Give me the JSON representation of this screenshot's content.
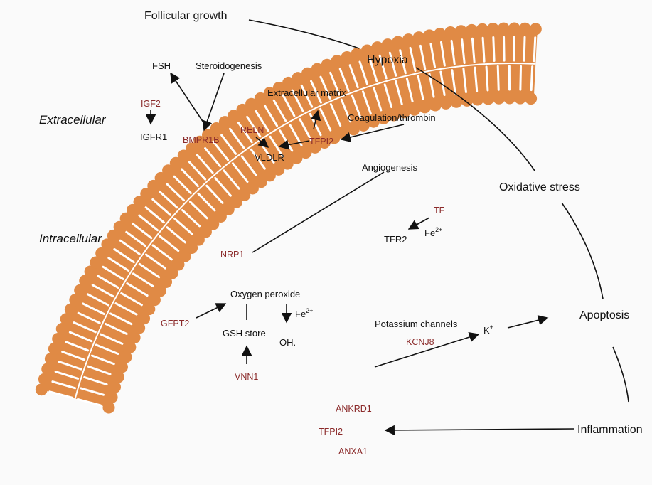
{
  "labels": {
    "follicular_growth": "Follicular growth",
    "hypoxia": "Hypoxia",
    "oxidative_stress": "Oxidative stress",
    "apoptosis": "Apoptosis",
    "inflammation": "Inflammation",
    "extracellular": "Extracellular",
    "intracellular": "Intracellular",
    "fsh": "FSH",
    "steroidogenesis": "Steroidogenesis",
    "extracellular_matrix": "Extracellular matrix",
    "coagulation_thrombin": "Coagulation/thrombin",
    "angiogenesis": "Angiogenesis",
    "igfr1": "IGFR1",
    "vldlr": "VLDLR",
    "tfr2": "TFR2",
    "fe_top": "Fe",
    "fe_top_sup": "2+",
    "oxygen_peroxide": "Oxygen peroxide",
    "gsh_store": "GSH store",
    "fe_mid": "Fe",
    "fe_mid_sup": "2+",
    "oh": "OH.",
    "potassium_channels": "Potassium channels",
    "k": "K",
    "k_sup": "+"
  },
  "genes": {
    "igf2": "IGF2",
    "bmpr1b": "BMPR1B",
    "reln": "RELN",
    "tfpi2_top": "TFPI2",
    "tf": "TF",
    "nrp1": "NRP1",
    "gfpt2": "GFPT2",
    "vnn1": "VNN1",
    "kcnj8": "KCNJ8",
    "ankrd1": "ANKRD1",
    "tfpi2_bottom": "TFPI2",
    "anxa1": "ANXA1"
  },
  "colors": {
    "membrane": "#e08a45",
    "gene_text": "#8b2a2a",
    "text": "#111111"
  }
}
